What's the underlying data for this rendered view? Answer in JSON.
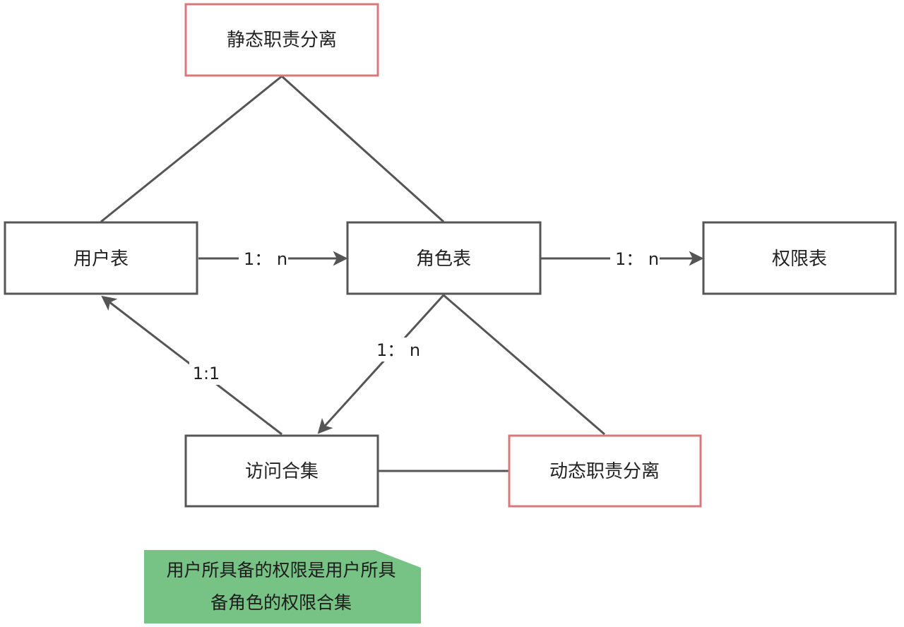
{
  "diagram": {
    "nodes": {
      "static_sod": "静态职责分离",
      "users": "用户表",
      "roles": "角色表",
      "permissions": "权限表",
      "access_set": "访问合集",
      "dynamic_sod": "动态职责分离"
    },
    "edges": {
      "users_roles": "1： n",
      "roles_permissions": "1： n",
      "roles_access": "1： n",
      "access_users": "1:1"
    },
    "note": {
      "line1": "用户所具备的权限是用户所具",
      "line2": "备角色的权限合集"
    }
  },
  "colors": {
    "line": "#555555",
    "node_border": "#555555",
    "highlight_border": "#d9787a",
    "note_fill": "#77c285"
  }
}
